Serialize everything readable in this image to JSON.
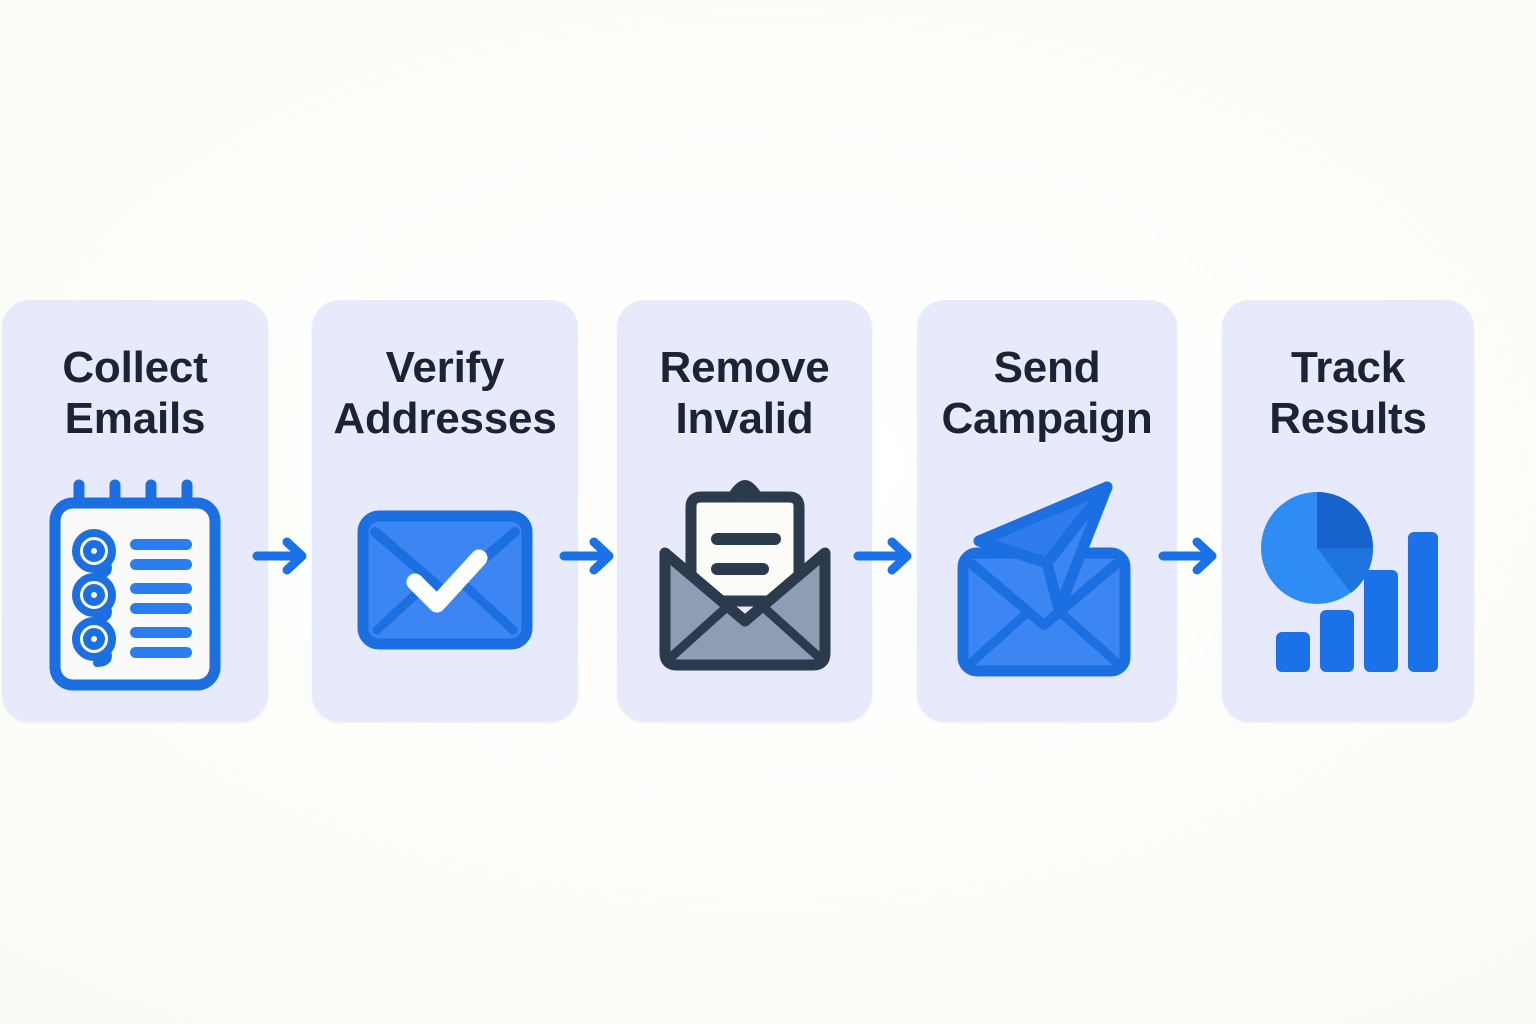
{
  "diagram": {
    "type": "horizontal-process-flow",
    "title": "",
    "background_color": "#fdfdfa",
    "card_color": "#e7eafa",
    "text_color": "#1a2433",
    "accent_color": "#1b72e8",
    "step_count": 5,
    "connector_count": 4,
    "steps": [
      {
        "index": 1,
        "line1": "Collect",
        "line2": "Emails",
        "label": "Collect Emails",
        "icon": "notepad-at-list-icon",
        "icon_colors": [
          "#1b6fe0",
          "#2b7ef0",
          "#fafafa"
        ]
      },
      {
        "index": 2,
        "line1": "Verify",
        "line2": "Addresses",
        "label": "Verify Addresses",
        "icon": "envelope-check-icon",
        "icon_colors": [
          "#1b6fe0",
          "#3b86f2",
          "#ffffff"
        ]
      },
      {
        "index": 3,
        "line1": "Remove",
        "line2": "Invalid",
        "label": "Remove Invalid",
        "icon": "open-envelope-letter-icon",
        "icon_colors": [
          "#2b3a4d",
          "#8e9db4",
          "#fbfbf8"
        ]
      },
      {
        "index": 4,
        "line1": "Send",
        "line2": "Campaign",
        "label": "Send Campaign",
        "icon": "paper-plane-envelope-icon",
        "icon_colors": [
          "#1b6fe0",
          "#3b86f2",
          "#2e7cec"
        ]
      },
      {
        "index": 5,
        "line1": "Track",
        "line2": "Results",
        "label": "Track Results",
        "icon": "pie-bar-chart-icon",
        "icon_colors": [
          "#1b72e8",
          "#2f8cf5",
          "#1663cc"
        ]
      }
    ],
    "connectors": [
      {
        "index": 1,
        "icon": "arrow-right-icon",
        "from": "Collect Emails",
        "to": "Verify Addresses"
      },
      {
        "index": 2,
        "icon": "arrow-right-icon",
        "from": "Verify Addresses",
        "to": "Remove Invalid"
      },
      {
        "index": 3,
        "icon": "arrow-right-icon",
        "from": "Remove Invalid",
        "to": "Send Campaign"
      },
      {
        "index": 4,
        "icon": "arrow-right-icon",
        "from": "Send Campaign",
        "to": "Track Results"
      }
    ],
    "chart_icon": {
      "pie_slices": [
        75,
        25
      ],
      "bar_values": [
        22,
        45,
        72,
        100
      ]
    }
  }
}
